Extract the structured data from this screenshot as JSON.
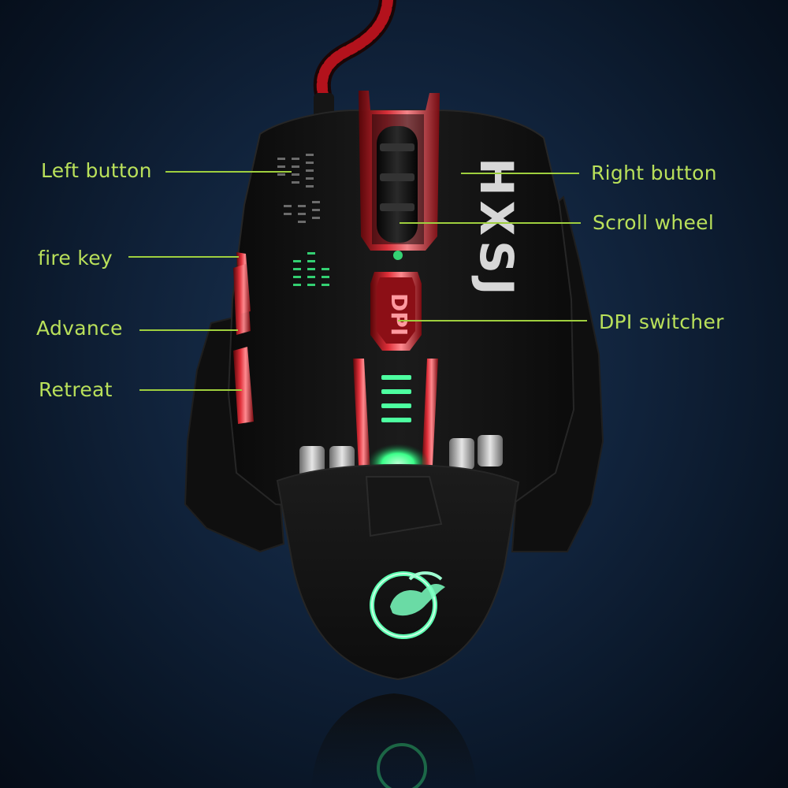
{
  "callouts": {
    "left_button": "Left button",
    "fire_key": "fire key",
    "advance": "Advance",
    "retreat": "Retreat",
    "right_button": "Right button",
    "scroll_wheel": "Scroll wheel",
    "dpi_switcher": "DPI switcher"
  },
  "mouse": {
    "brand_logo": "HXSJ",
    "dpi_button_text": "DPI",
    "palm_logo": "dragon-logo"
  },
  "colors": {
    "label_text": "#b9e05a",
    "leader_line": "#9fcf3e",
    "accent_red": "#d21a24",
    "glow_green": "#3cff8a",
    "mouse_body": "#121212"
  }
}
